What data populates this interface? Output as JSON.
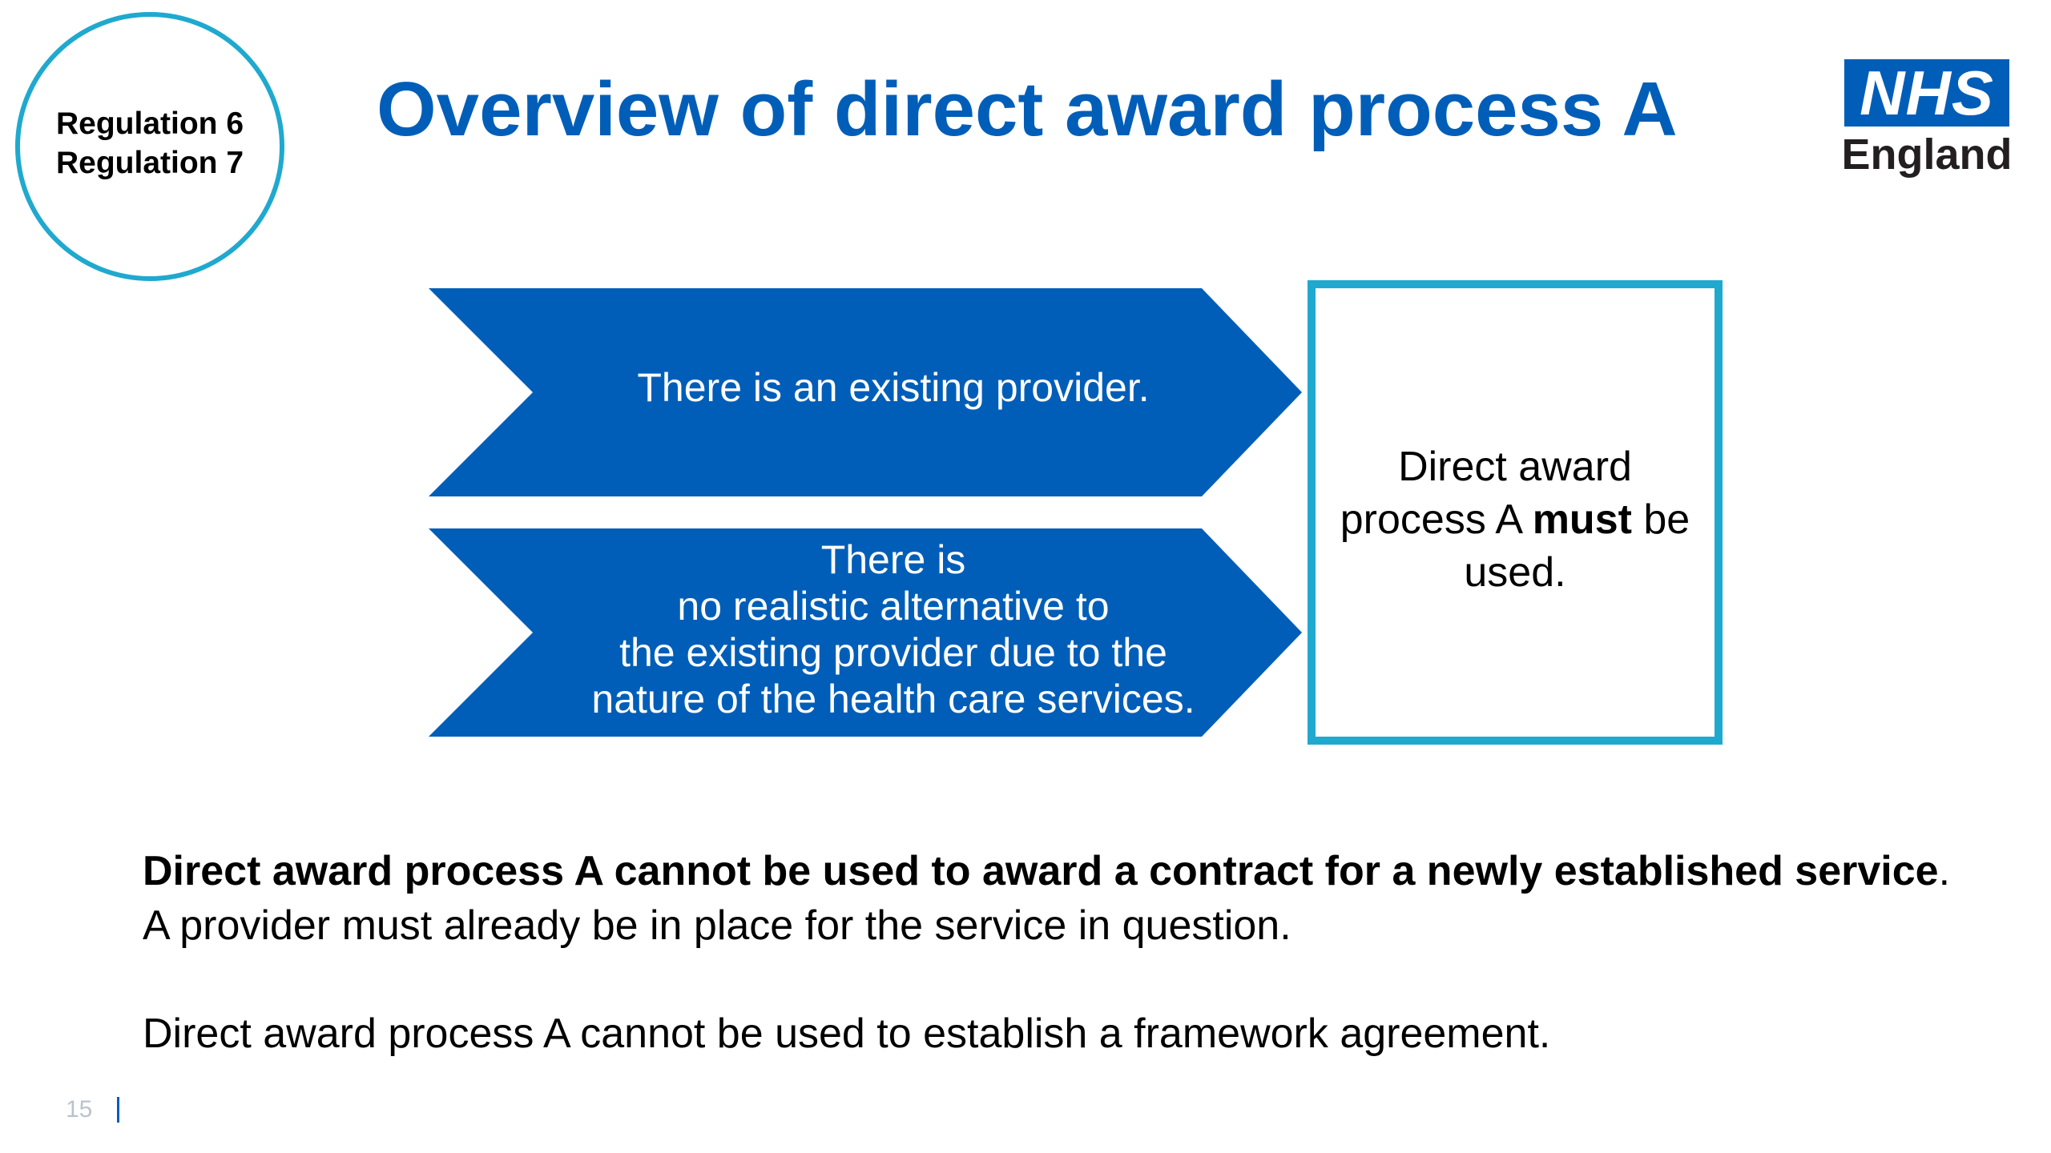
{
  "regulation_badge": {
    "line1": "Regulation 6",
    "line2": "Regulation 7"
  },
  "title": "Overview of direct award process A",
  "logo": {
    "mark": "NHS",
    "org": "England"
  },
  "chevrons": [
    {
      "text": "There is an existing provider."
    },
    {
      "lines": [
        "There is",
        "no realistic alternative to",
        "the existing provider due to the",
        "nature of the health care services."
      ]
    }
  ],
  "outcome": {
    "before": "Direct award process A ",
    "emphasis": "must",
    "after": " be used."
  },
  "notes": {
    "note1_bold": "Direct award process A cannot be used to award a contract for a newly established service",
    "note1_rest": ". A provider must already be in place for the service in question.",
    "note2": "Direct award process A cannot be used to establish a framework agreement."
  },
  "footer": {
    "page_number": "15"
  },
  "colors": {
    "nhs_blue": "#005eb8",
    "aqua": "#1fa9cf",
    "page_number": "#b9c3cc"
  }
}
